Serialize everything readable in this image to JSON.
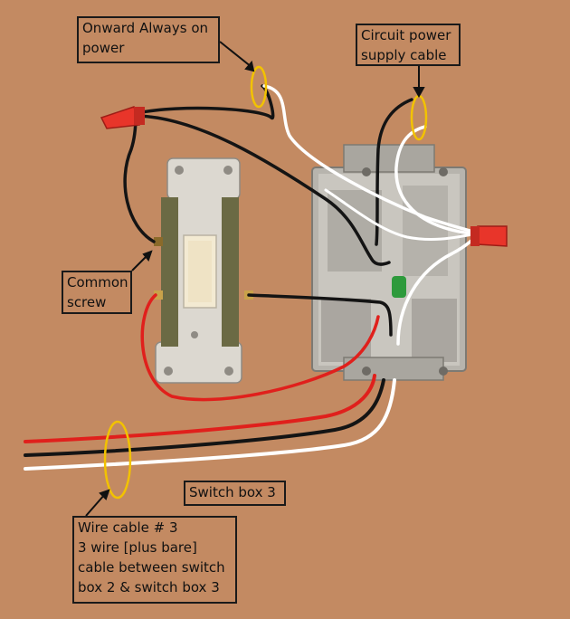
{
  "labels": {
    "onward": [
      "Onward Always on",
      "power"
    ],
    "circuit": [
      "Circuit power",
      "supply cable"
    ],
    "common": [
      "Common",
      "screw"
    ],
    "switch_box": "Switch box 3",
    "wire_cable": [
      "Wire cable # 3",
      "3 wire [plus bare]",
      "cable between switch",
      "box 2 & switch box 3"
    ]
  },
  "colors": {
    "background": "#c38a62",
    "hot_wire": "#e0201c",
    "black_wire": "#141414",
    "neutral_wire": "#ffffff",
    "wire_nut": "#e8352a",
    "highlight_ring": "#f2c200",
    "switch_body": "#6b6a44",
    "switch_strap": "#dcd8d0",
    "switch_toggle": "#f3ead2",
    "box_metal": "#b7b4ad",
    "ground_screw": "#2e9a3c"
  },
  "icons": {
    "wire_nut": "wire-nut-icon",
    "switch": "single-pole-switch-icon",
    "box": "metal-box-icon"
  }
}
